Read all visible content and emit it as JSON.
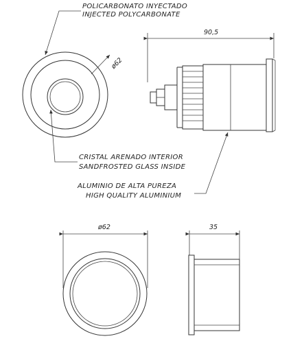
{
  "labels": {
    "housing_es": "POLICARBONATO INYECTADO",
    "housing_en": "INJECTED POLYCARBONATE",
    "glass_es": "CRISTAL ARENADO INTERIOR",
    "glass_en": "SANDFROSTED GLASS INSIDE",
    "body_es": "ALUMINIO DE ALTA PUREZA",
    "body_en": "HIGH QUALITY ALUMINIUM"
  },
  "dimensions": {
    "front_diameter": "ø62",
    "total_length": "90,5",
    "bottom_diameter": "ø62",
    "bottom_depth": "35"
  }
}
